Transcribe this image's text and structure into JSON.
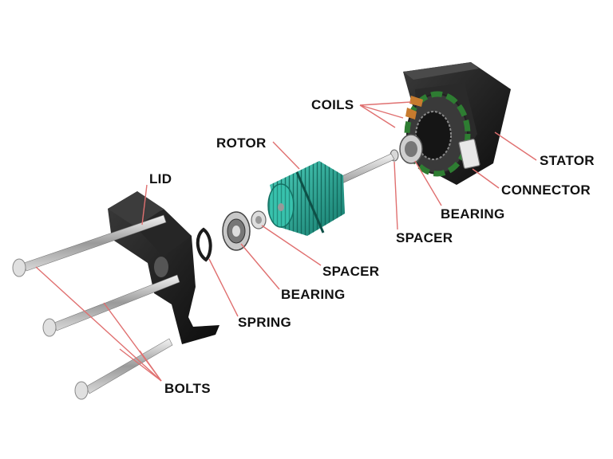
{
  "labels": {
    "coils": "COILS",
    "rotor": "ROTOR",
    "lid": "LID",
    "stator": "STATOR",
    "connector": "CONNECTOR",
    "bearing_top": "BEARING",
    "spacer_top": "SPACER",
    "spacer_bottom": "SPACER",
    "bearing_bottom": "BEARING",
    "spring": "SPRING",
    "bolts": "BOLTS"
  },
  "colors": {
    "leader_line": "#e07070",
    "rotor": "#2bb3a0",
    "housing": "#1b1b1b",
    "metal": "#b8b8b8",
    "pcb": "#2e7d32"
  }
}
